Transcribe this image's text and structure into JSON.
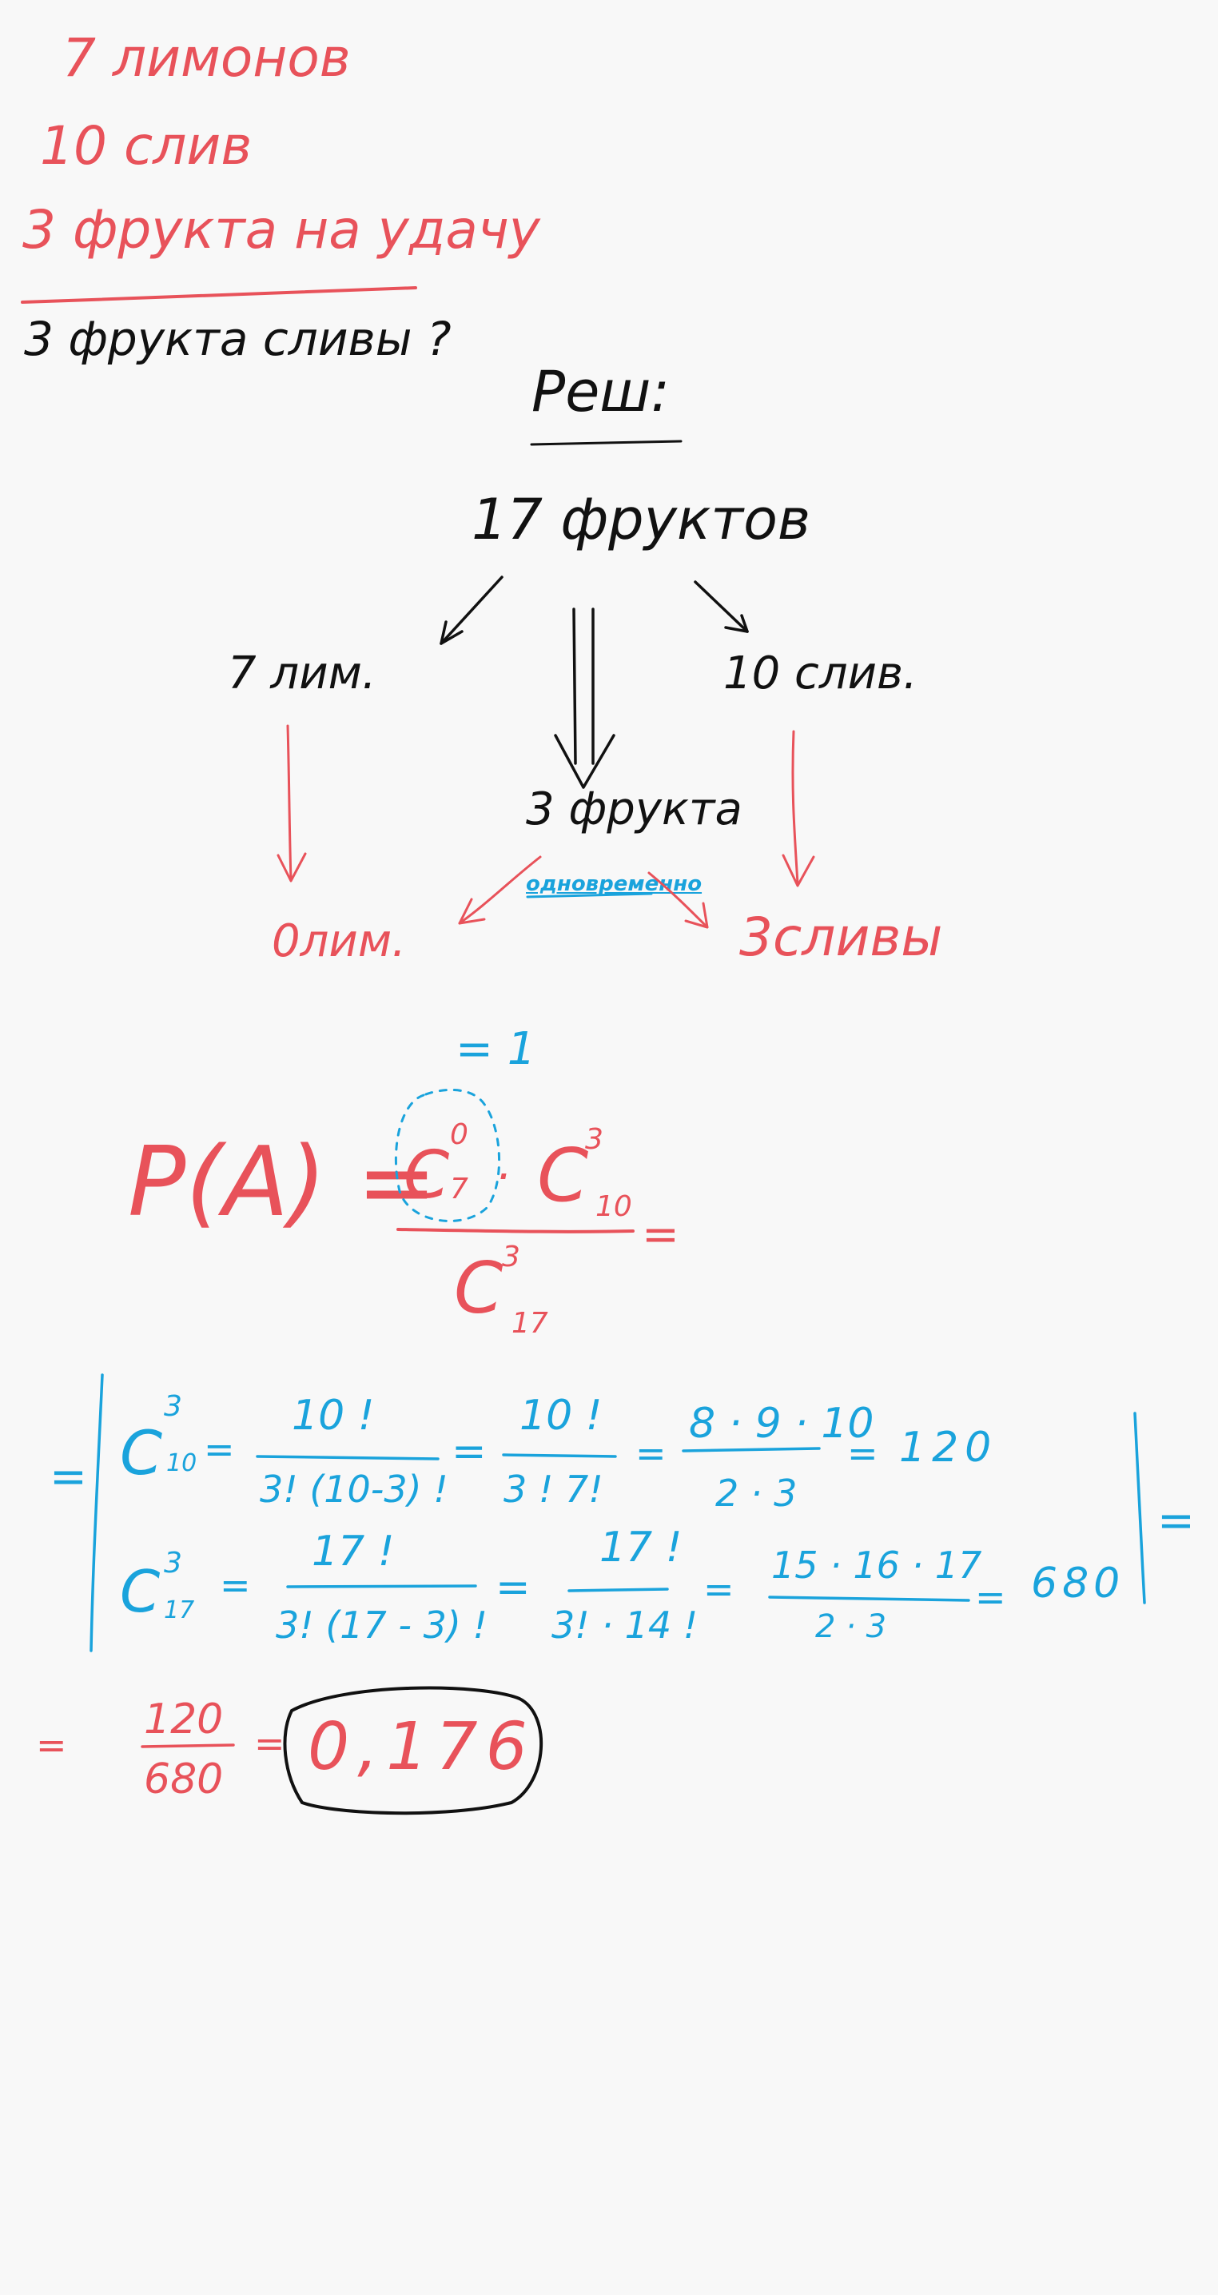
{
  "colors": {
    "red": "#e8525a",
    "black": "#111111",
    "blue": "#1aa3dc",
    "background": "#f8f8f8"
  },
  "condition": {
    "line1": "7 лимонов",
    "line2": "10 слив",
    "line3": "3 фрукта на удачу",
    "question": "3 фрукта сливы ?"
  },
  "solution": {
    "heading": "Реш:",
    "total": "17 фруктов",
    "lemons": "7 лим.",
    "plums": "10 слив.",
    "picked": "3 фрукта",
    "simultaneously": "одновременно",
    "zero_lemons": "0лим.",
    "three_plums": "3сливы"
  },
  "formula": {
    "lhs": "P(A) =",
    "c_lemon": "C",
    "c_lemon_sup": "0",
    "c_lemon_sub": "7",
    "dot": "·",
    "c_plum": "C",
    "c_plum_sup": "3",
    "c_plum_sub": "10",
    "den_c": "C",
    "den_sup": "3",
    "den_sub": "17",
    "eq_after": "=",
    "note_equals_one": "= 1"
  },
  "calc": {
    "leading_eq": "=",
    "row1": {
      "c": "C",
      "sup": "3",
      "sub": "10",
      "eq": "=",
      "f1_num": "10 !",
      "f1_den": "3! (10-3) !",
      "eq2": "=",
      "f2_num": "10 !",
      "f2_den": "3 ! 7!",
      "eq3": "=",
      "f3_num": "8 · 9 · 10",
      "f3_den": "2 · 3",
      "eq4": "=",
      "result": "120"
    },
    "row2": {
      "c": "C",
      "sup": "3",
      "sub": "17",
      "eq": "=",
      "f1_num": "17 !",
      "f1_den": "3! (17 - 3) !",
      "eq2": "=",
      "f2_num": "17 !",
      "f2_den": "3! · 14 !",
      "eq3": "=",
      "f3_num": "15 · 16 · 17",
      "f3_den": "2 · 3",
      "eq4": "=",
      "result": "680"
    },
    "trailing_eq": "="
  },
  "answer": {
    "eq": "=",
    "num": "120",
    "den": "680",
    "eq2": "=",
    "value": "0,176"
  }
}
